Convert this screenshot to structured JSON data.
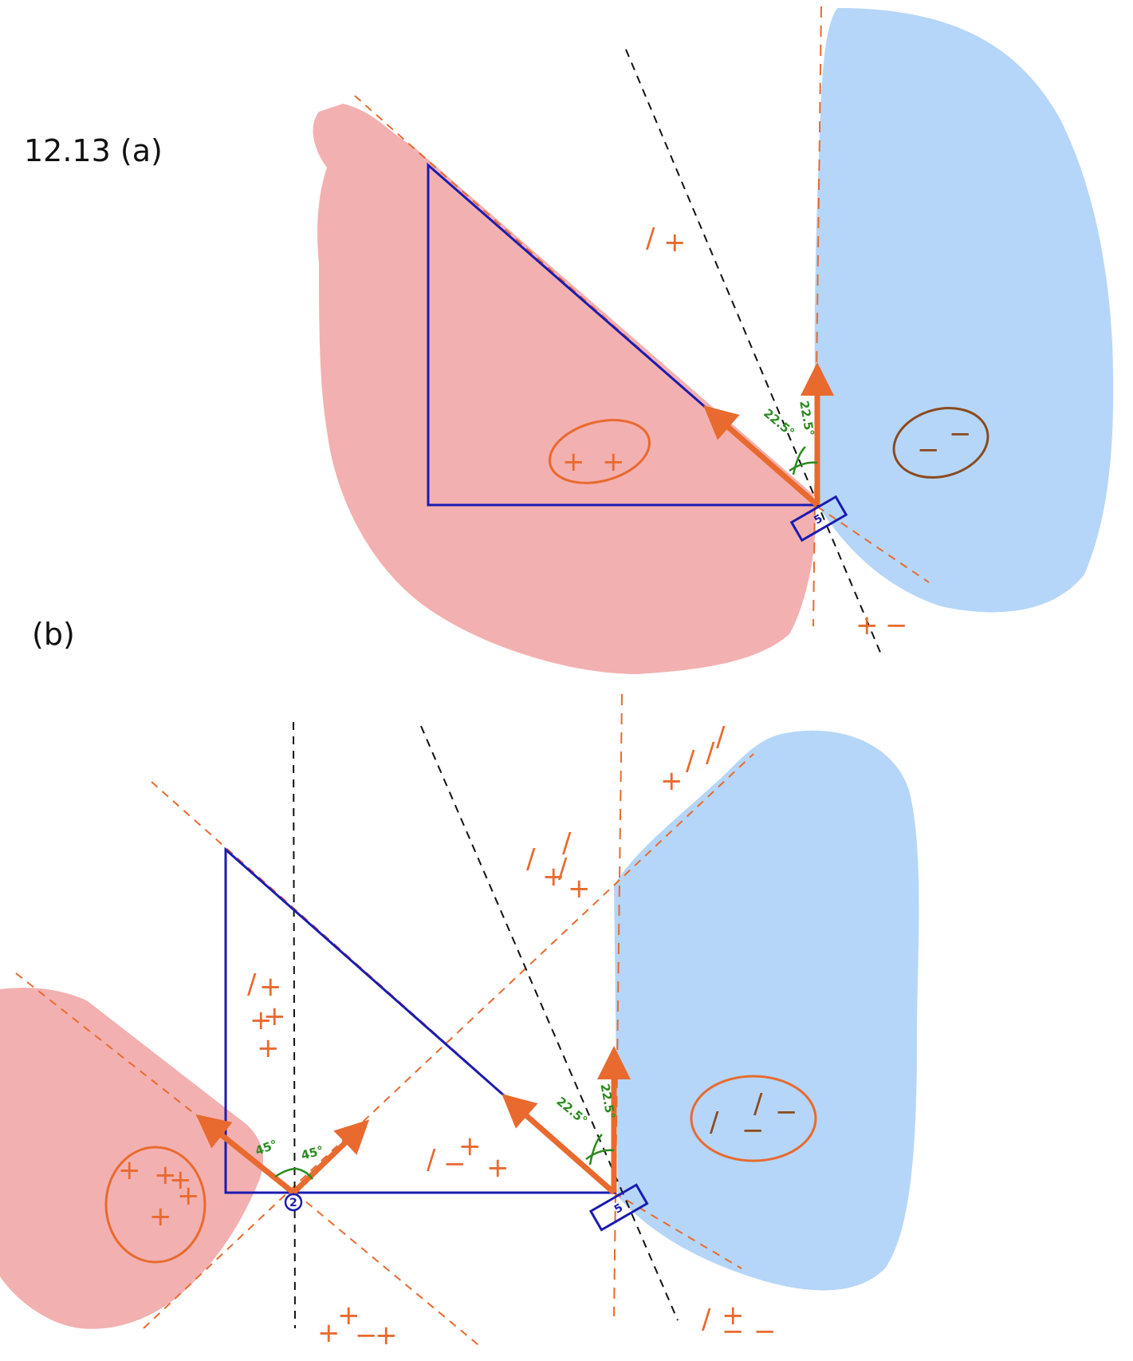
{
  "colors": {
    "positive_region": "#f3b0b0",
    "negative_region": "#b5d6f8",
    "triangle": "#1b1bb0",
    "arrow": "#e86a2e",
    "dashed_orange": "#e86a2e",
    "dashed_black": "#111111",
    "angle_text": "#2a8a1e",
    "negative_circle": "#8a4a1e"
  },
  "panel_a": {
    "label": "12.13 (a)",
    "charges": {
      "center_positive": [
        "+",
        "+"
      ],
      "center_negative": [
        "−",
        "−"
      ],
      "upper_wedge": [
        "/",
        "+"
      ],
      "lower_wedge": [
        "+",
        "−"
      ]
    },
    "angles": [
      "22.5°",
      "22.5°"
    ],
    "node_label": "5"
  },
  "panel_b": {
    "label": "(b)",
    "charges": {
      "left_positive": [
        "+",
        "+",
        "+",
        "+",
        "+"
      ],
      "right_negative": [
        "/",
        "/",
        "−",
        "−"
      ],
      "top_right": [
        "+",
        "/",
        "/",
        "/"
      ],
      "top_mid": [
        "/",
        "/",
        "+",
        "+",
        "/"
      ],
      "triangle_interior": [
        "/",
        "+",
        "+",
        "+",
        "+"
      ],
      "lower_mid": [
        "/",
        "−",
        "+",
        "+"
      ],
      "bottom_left": [
        "+",
        "+",
        "−",
        "+"
      ],
      "bottom_right": [
        "/",
        "+",
        "−",
        "−"
      ]
    },
    "angles_left": [
      "45°",
      "45°"
    ],
    "angles_right": [
      "22.5°",
      "22.5°"
    ],
    "node_left_label": "2",
    "node_right_label": "5"
  }
}
